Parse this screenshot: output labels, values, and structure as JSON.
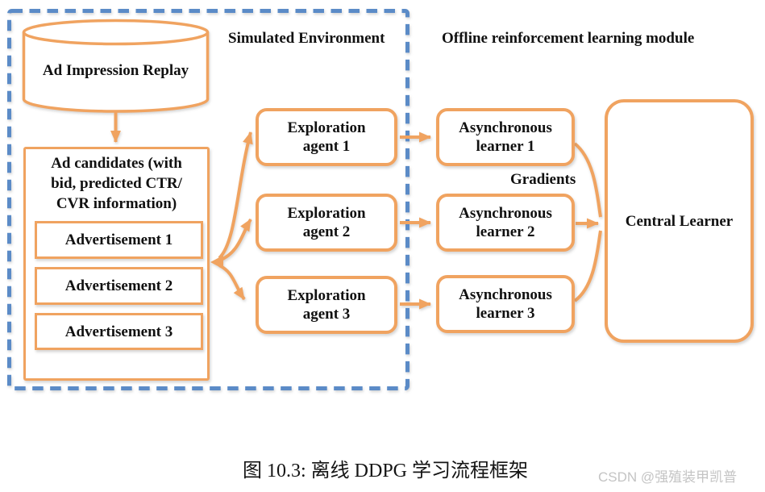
{
  "figure": {
    "env_title": "Simulated Environment",
    "module_title": "Offline reinforcement learning module",
    "replay_label": "Ad Impression Replay",
    "candidates_lines": [
      "Ad candidates (with",
      "bid, predicted CTR/",
      "CVR information)"
    ],
    "ads": [
      "Advertisement 1",
      "Advertisement 2",
      "Advertisement 3"
    ],
    "agents": [
      {
        "l1": "Exploration",
        "l2": "agent 1"
      },
      {
        "l1": "Exploration",
        "l2": "agent 2"
      },
      {
        "l1": "Exploration",
        "l2": "agent 3"
      }
    ],
    "learners": [
      {
        "l1": "Asynchronous",
        "l2": "learner 1"
      },
      {
        "l1": "Asynchronous",
        "l2": "learner 2"
      },
      {
        "l1": "Asynchronous",
        "l2": "learner 3"
      }
    ],
    "gradients_label": "Gradients",
    "central_label": "Central Learner",
    "icons": {
      "database_cylinder": "ad-impression-replay-store",
      "ellipsis_dots": "more-ads-ellipsis",
      "arrow": "orange-flow-arrow"
    }
  },
  "caption": "图 10.3: 离线 DDPG 学习流程框架",
  "watermark": "CSDN @强殖装甲凯普",
  "colors": {
    "accent_orange": "#F0A360",
    "dashed_border_blue": "#5B8BC7",
    "label_text": "#111111",
    "watermark_gray": "#C4C4C4"
  }
}
